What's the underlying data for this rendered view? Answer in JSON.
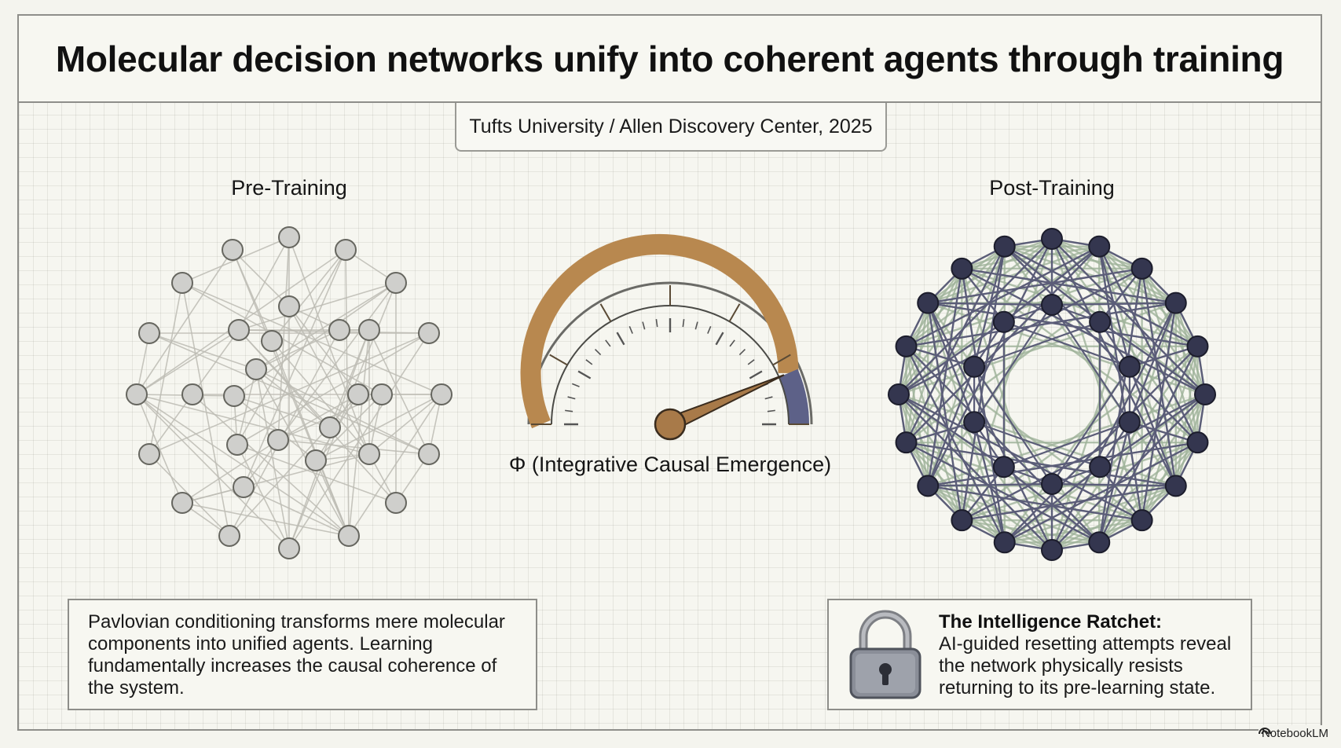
{
  "title": "Molecular decision networks unify into coherent agents through training",
  "source": "Tufts University / Allen Discovery Center, 2025",
  "pre_training": {
    "label": "Pre-Training"
  },
  "post_training": {
    "label": "Post-Training"
  },
  "gauge": {
    "label": "Φ (Integrative Causal Emergence)",
    "level_fraction": 0.87
  },
  "callout_left": {
    "text": "Pavlovian conditioning transforms mere molecular components into unified agents. Learning fundamentally increases the causal coherence of the system."
  },
  "callout_right": {
    "heading": "The Intelligence Ratchet:",
    "body": "AI-guided resetting attempts reveal the network physically resists returning to its pre-learning state.",
    "icon": "padlock-icon"
  },
  "brand": {
    "name": "NotebookLM"
  },
  "colors": {
    "pre_node": "#cfcfcc",
    "pre_edge": "#bdbcb4",
    "post_node": "#34364f",
    "post_edge_dark": "#5b5d78",
    "post_edge_green": "#9fb39a",
    "gauge_brown": "#b8884f",
    "gauge_navy": "#5d6188"
  }
}
